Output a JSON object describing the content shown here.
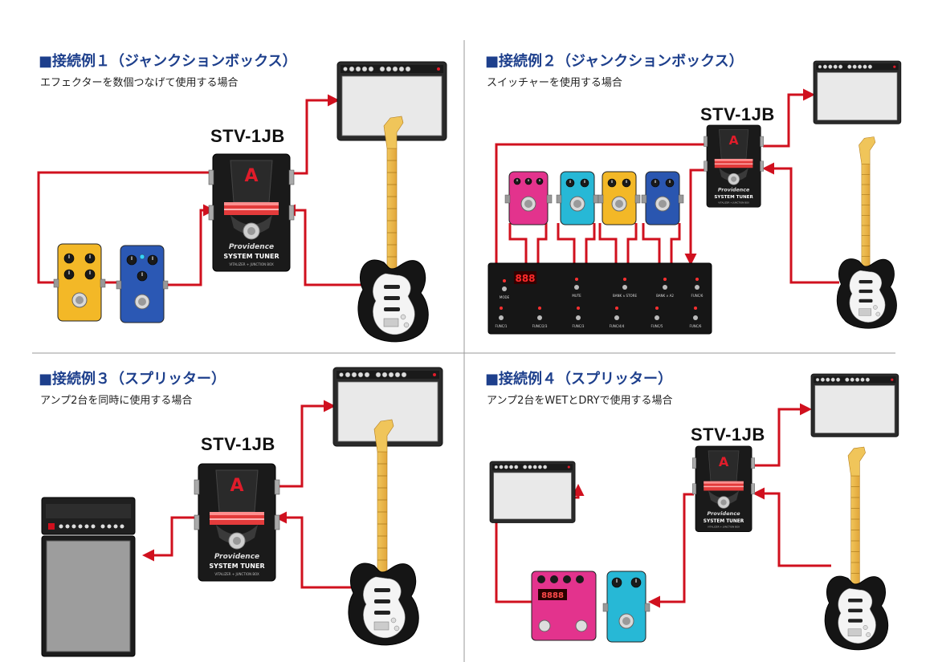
{
  "panels": [
    {
      "title": "■接続例１（ジャンクションボックス）",
      "subtitle": "エフェクターを数個つなげて使用する場合",
      "model": "STV-1JB"
    },
    {
      "title": "■接続例２（ジャンクションボックス）",
      "subtitle": "スイッチャーを使用する場合",
      "model": "STV-1JB"
    },
    {
      "title": "■接続例３（スプリッター）",
      "subtitle": "アンプ2台を同時に使用する場合",
      "model": "STV-1JB"
    },
    {
      "title": "■接続例４（スプリッター）",
      "subtitle": "アンプ2台をWETとDRYで使用する場合",
      "model": "STV-1JB"
    }
  ],
  "tuner": {
    "brand": "Providence",
    "product": "SYSTEM TUNER",
    "tagline": "VITALIZER + JUNCTION BOX",
    "display": "A"
  },
  "switcher": {
    "display": "888",
    "top_labels": [
      "MODE",
      "MUTE",
      "BANK ∧ STORE",
      "BANK ∨ A2",
      "FUNC/6"
    ],
    "bottom_labels": [
      "FUNC/1",
      "FUNC/2/3",
      "FUNC/3",
      "FUNC/4/4",
      "FUNC/5",
      "FUNC/6"
    ]
  },
  "delay_display": "8888",
  "colors": {
    "cable": "#d0101e",
    "title": "#1d3f8c",
    "divider": "#9a9a9a"
  }
}
